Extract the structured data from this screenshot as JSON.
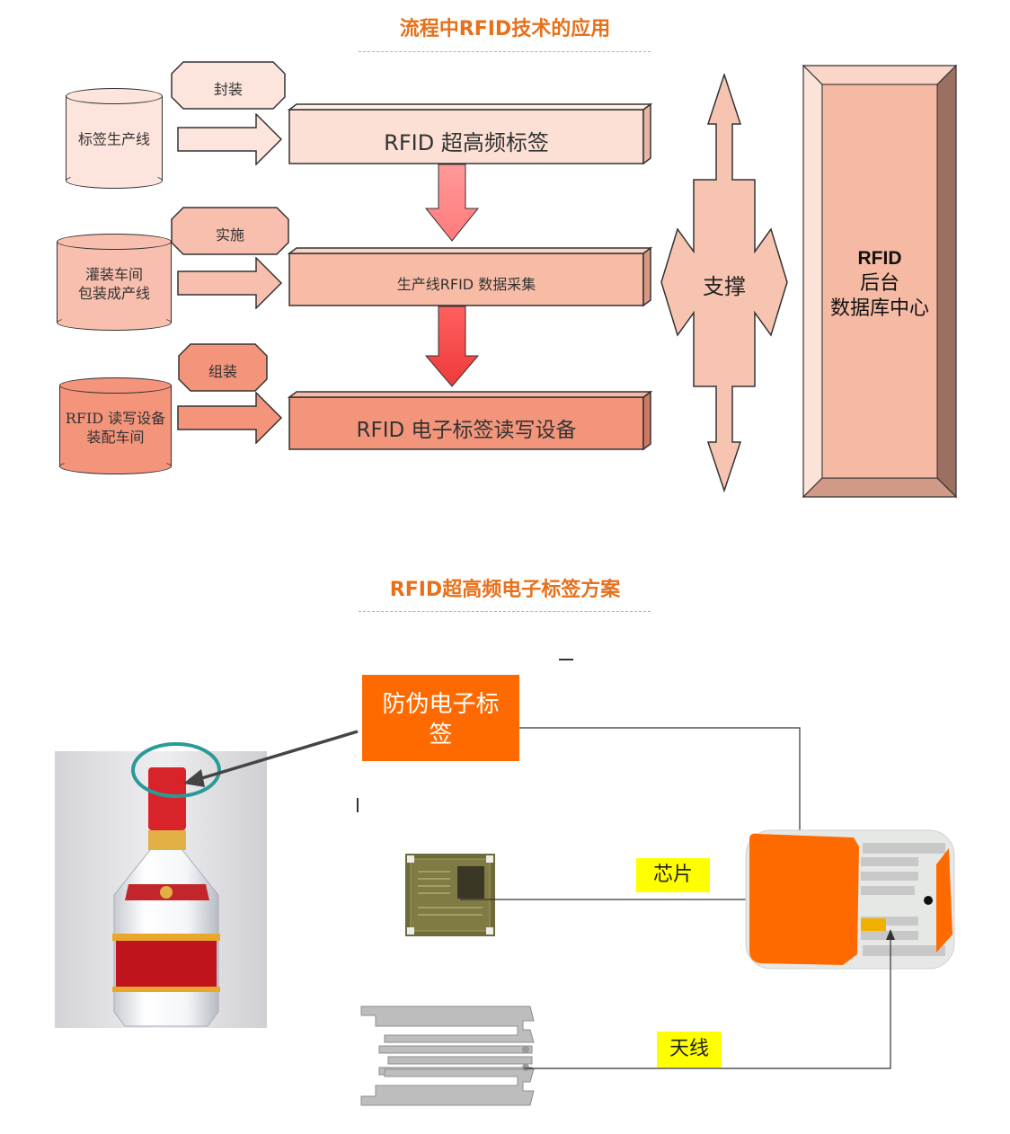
{
  "section1": {
    "title": "流程中RFID技术的应用",
    "cylinders": [
      {
        "label_lines": [
          "标签生产线"
        ]
      },
      {
        "label_lines": [
          "灌装车间",
          "包装成产线"
        ]
      },
      {
        "label_lines": [
          "RFID 读写设备",
          "装配车间"
        ]
      }
    ],
    "process_tags": [
      "封装",
      "实施",
      "组装"
    ],
    "bars": [
      "RFID 超高频标签",
      "生产线RFID 数据采集",
      "RFID 电子标签读写设备"
    ],
    "support_label": "支撑",
    "db_center": [
      "RFID",
      "后台",
      "数据库中心"
    ]
  },
  "section2": {
    "title": "RFID超高频电子标签方案",
    "anti_counterfeit_label": "防伪电子标签",
    "chip_label": "芯片",
    "antenna_label": "天线"
  },
  "colors": {
    "title_orange": "#e8701a",
    "bar_light": "#fce0d6",
    "bar_mid": "#f7bba6",
    "bar_dark": "#f2957b",
    "db_fill": "#f6b9a4",
    "tag_orange": "#ff6a00",
    "highlight_yellow": "#ffff00",
    "circle_teal": "#2a9a96"
  }
}
